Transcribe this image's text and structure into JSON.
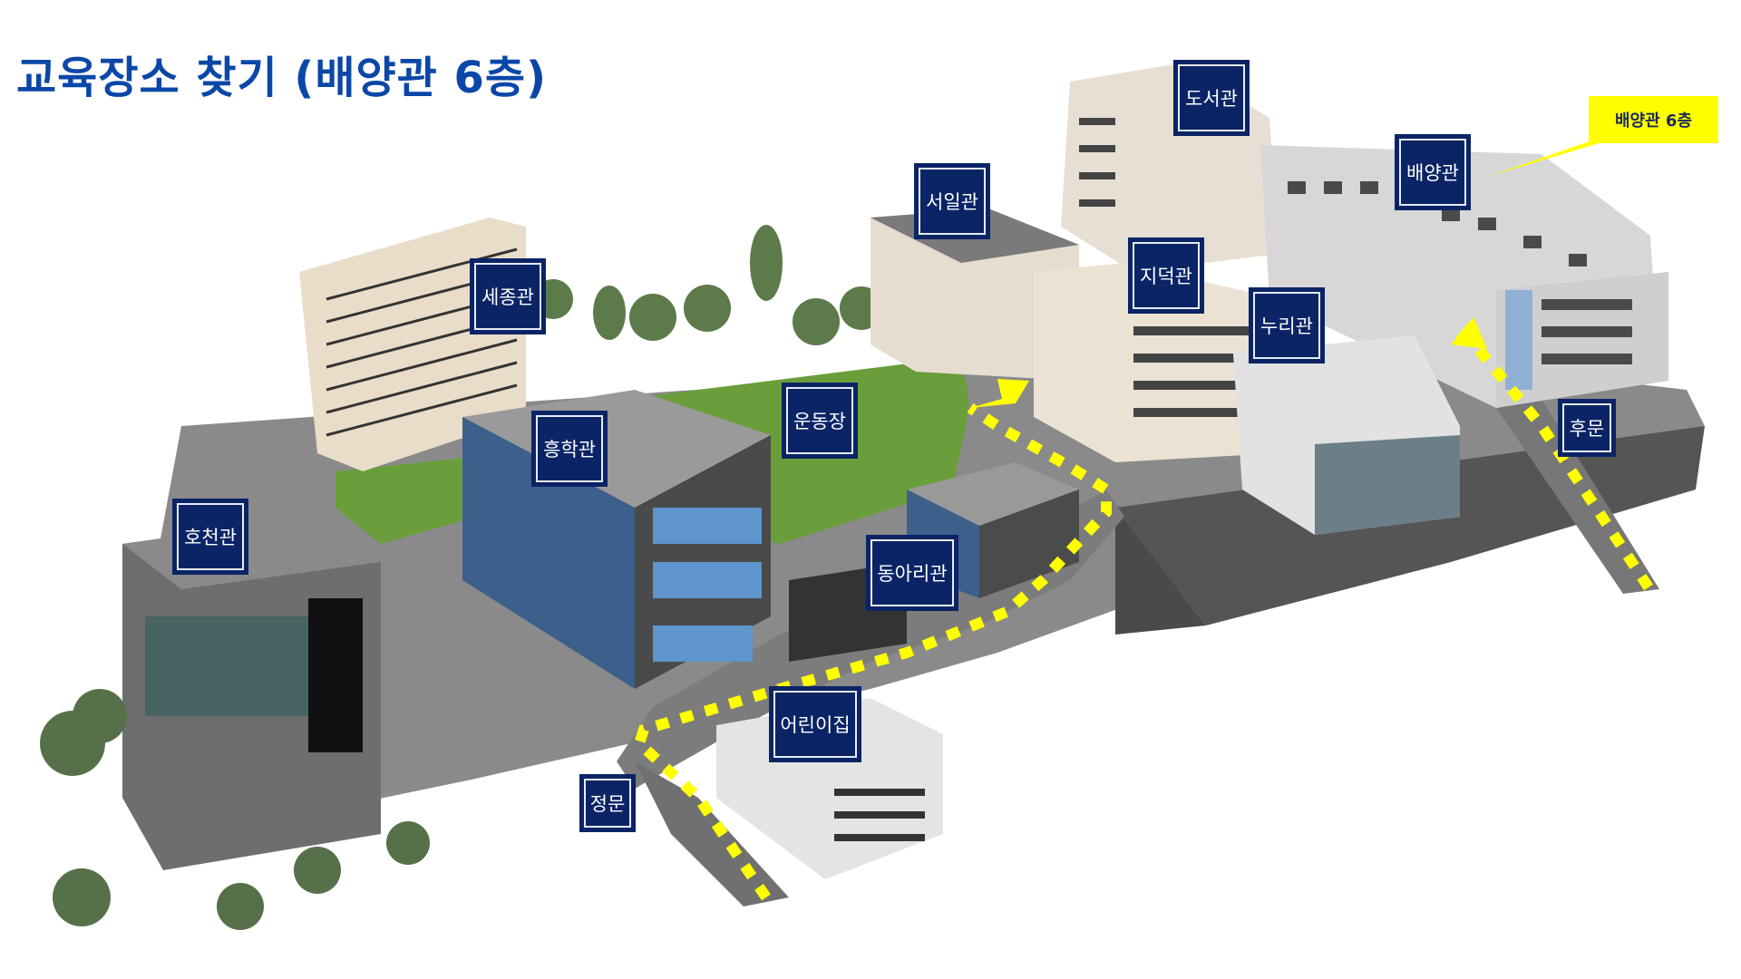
{
  "page": {
    "title": "교육장소 찾기 (배양관 6층)"
  },
  "callout": {
    "label": "배양관 6층",
    "color": "#ffff00"
  },
  "colors": {
    "title": "#0b47a8",
    "label_bg": "#0b2466",
    "route": "#ffff00"
  },
  "buildings": [
    {
      "id": "doseogwan",
      "label": "도서관"
    },
    {
      "id": "baeyanggwan",
      "label": "배양관"
    },
    {
      "id": "seoilgwan",
      "label": "서일관"
    },
    {
      "id": "sejonggwan",
      "label": "세종관"
    },
    {
      "id": "jideokgwan",
      "label": "지덕관"
    },
    {
      "id": "nurigwan",
      "label": "누리관"
    },
    {
      "id": "undongjang",
      "label": "운동장"
    },
    {
      "id": "heunghakgwan",
      "label": "흥학관"
    },
    {
      "id": "humun",
      "label": "후문"
    },
    {
      "id": "hocheongwan",
      "label": "호천관"
    },
    {
      "id": "dongarigwan",
      "label": "동아리관"
    },
    {
      "id": "eorinijip",
      "label": "어린이집"
    },
    {
      "id": "jeongmun",
      "label": "정문"
    }
  ]
}
